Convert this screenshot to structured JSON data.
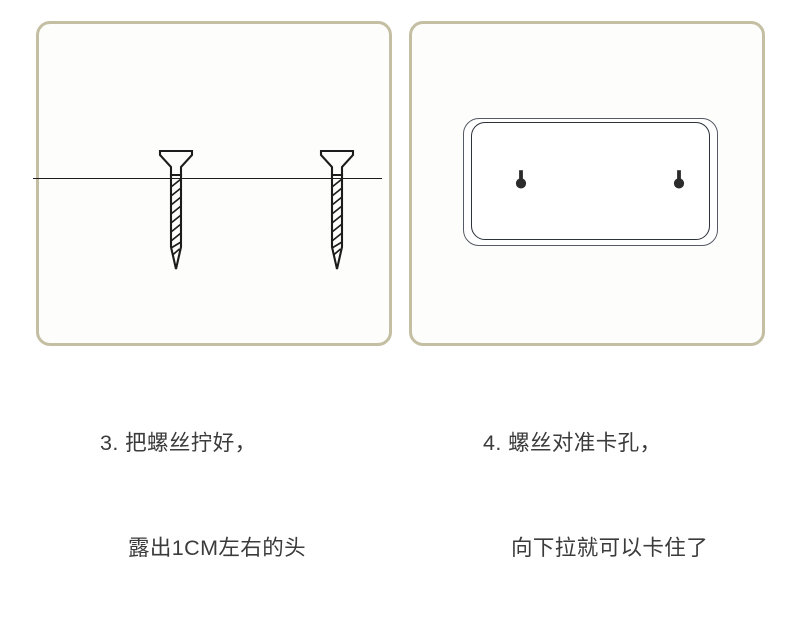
{
  "figure": {
    "title": "",
    "background_color": "#ffffff",
    "panel_border_color": "#c4bfa3",
    "panel_fill_color": "#fdfdfb",
    "line_color": "#1c1c1c",
    "plate_line_color": "#2c313a",
    "text_color": "#3b3b3b"
  },
  "panels": [
    {
      "id": 3,
      "step_number": "3.",
      "caption_line_1": "3. 把螺丝拧好，",
      "caption_line_2": "露出1CM左右的头",
      "caption_full": "3. 把螺丝拧好，露出1CM左右的头",
      "measurement": "1CM",
      "illustration": "two-screws-in-wall",
      "elements": [
        {
          "name": "wall-surface-line",
          "kind": "horizontal-line"
        },
        {
          "name": "screw-left",
          "kind": "flat-head-screw"
        },
        {
          "name": "screw-right",
          "kind": "flat-head-screw"
        }
      ]
    },
    {
      "id": 4,
      "step_number": "4.",
      "caption_line_1": "4. 螺丝对准卡孔，",
      "caption_line_2": "向下拉就可以卡住了",
      "caption_full": "4. 螺丝对准卡孔，向下拉就可以卡住了",
      "illustration": "mounting-plate-with-keyhole-slots",
      "elements": [
        {
          "name": "mounting-plate",
          "kind": "rounded-rectangle-plate"
        },
        {
          "name": "keyhole-slot-left",
          "kind": "keyhole"
        },
        {
          "name": "keyhole-slot-right",
          "kind": "keyhole"
        }
      ]
    }
  ],
  "icons": {
    "screw": "flat-head-screw-icon",
    "keyhole": "keyhole-slot-icon",
    "wall_line": "wall-surface-line-icon",
    "plate": "mounting-plate-icon"
  }
}
